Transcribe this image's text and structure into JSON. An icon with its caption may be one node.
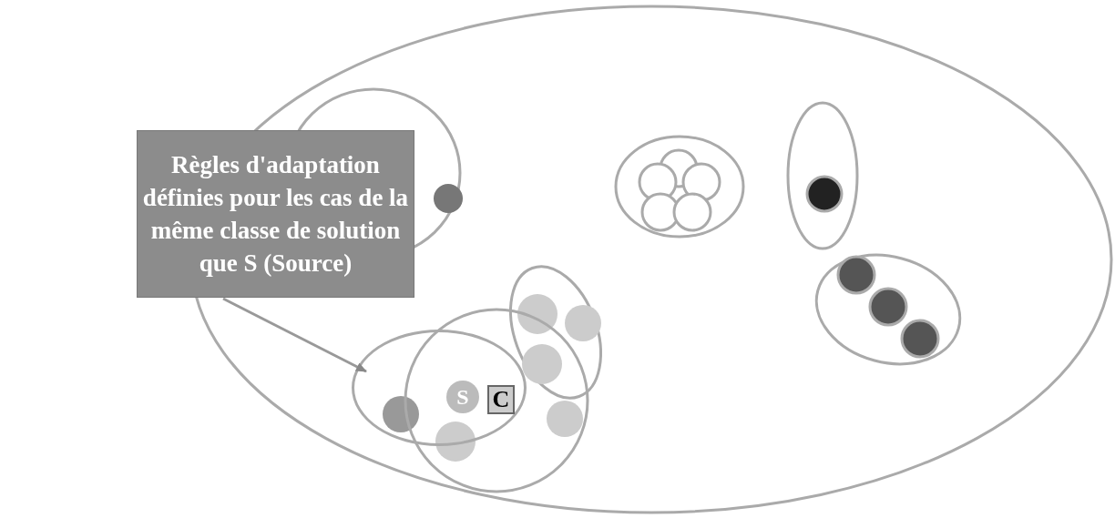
{
  "diagram": {
    "nodes": [
      {
        "text": [
          "Règles d'adaptation définies pour les cas de la même classe de solution que S (Source)"
        ]
      },
      {
        "text": [],
        "shape": "ellipse"
      },
      {
        "text": [
          "S"
        ],
        "in": 1
      },
      {
        "text": [
          "C"
        ],
        "in": 1
      }
    ],
    "edges": [
      {
        "from": 0,
        "to": 1,
        "arrow": "to"
      }
    ]
  }
}
